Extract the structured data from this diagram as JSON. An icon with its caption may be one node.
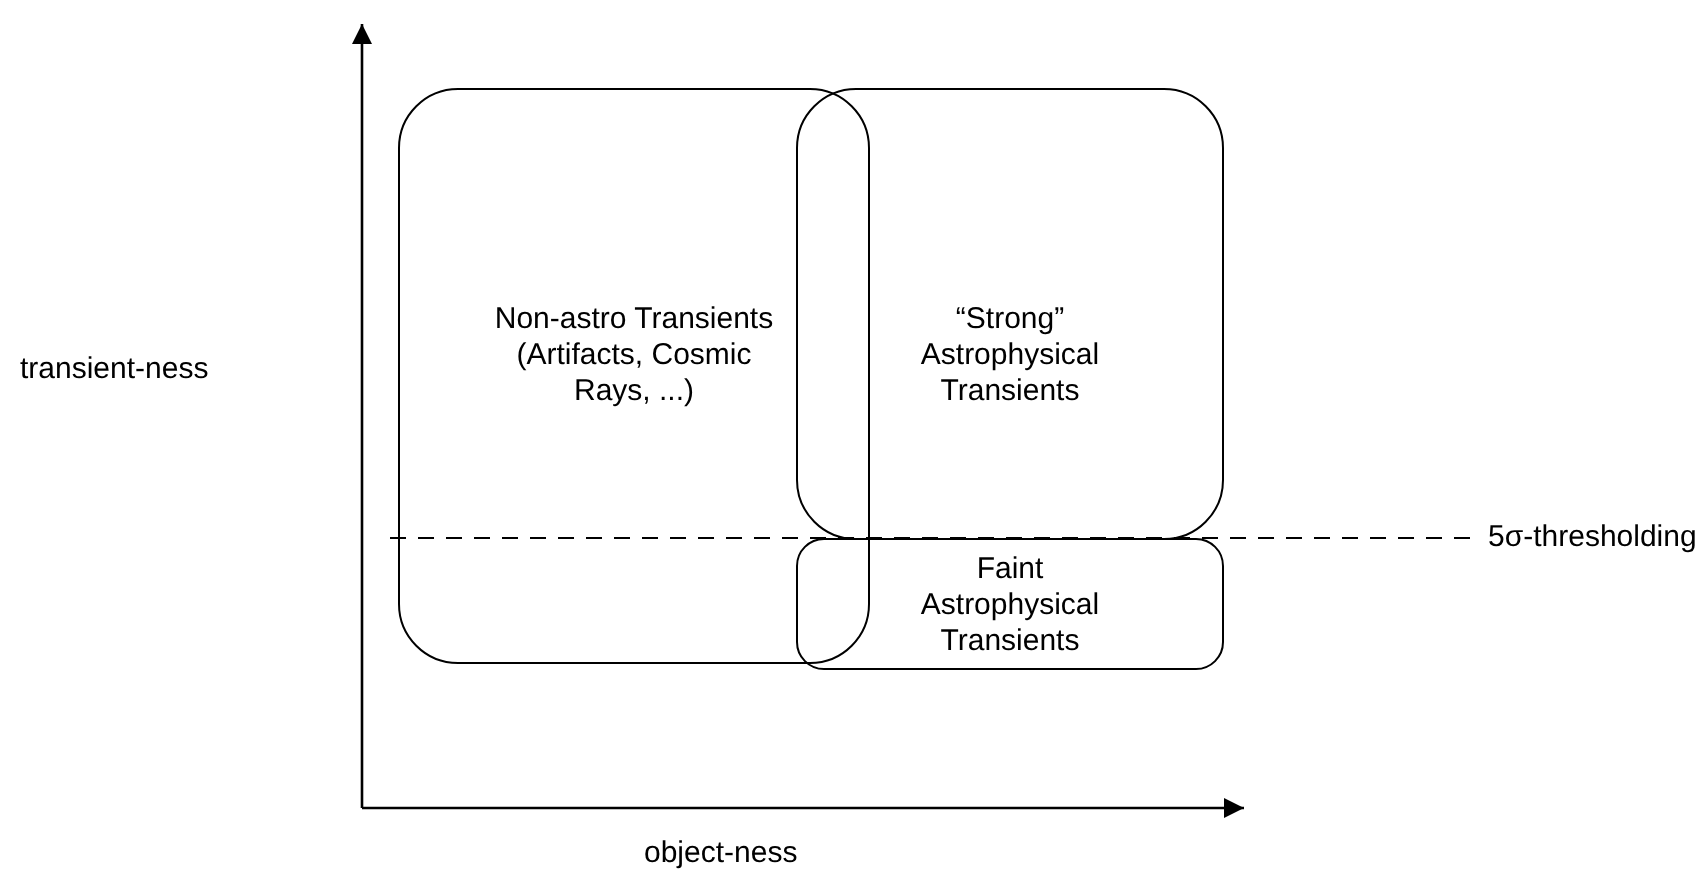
{
  "diagram": {
    "nodes": [
      {
        "text": [
          "Non-astro Transients (Artifacts, Cosmic Rays, ...)"
        ]
      },
      {
        "text": [
          "“Strong” Astrophysical Transients"
        ]
      },
      {
        "text": [
          "Faint Astrophysical Transients"
        ]
      }
    ],
    "labels": [
      "transient-ness",
      "object-ness",
      "5σ-thresholding"
    ]
  }
}
